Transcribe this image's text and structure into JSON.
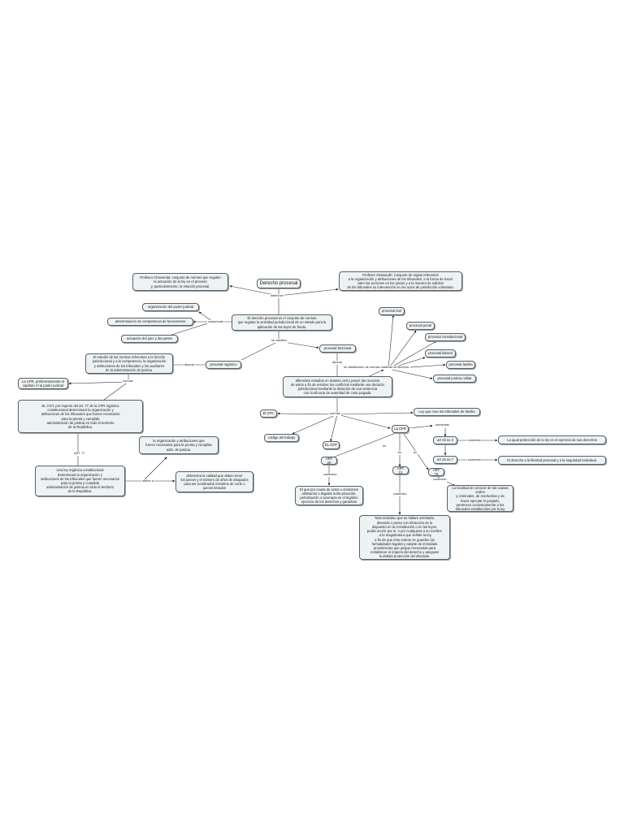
{
  "diagram": {
    "type": "concept-map",
    "title": "Derecho procesal",
    "nodes": {
      "root": "Derecho procesal",
      "chiovenda": "Profesor Chiovenda: conjunto de normas que regulan\nla actuación de la ley en el proceso\ny, particularmente, la relación procesal.",
      "alessandri": "Profesor Alessandri: Conjunto de reglas referentes\na la organización y atribuciones de los tribunales, a la forma de hacer\nvaler las acciones en los juicios y a la manera de solicitar\nde los tribunales su intervención en los actos de jurisdicción voluntaria.",
      "definition": "El derecho procesal es el conjunto de normas\nque regulan la actividad jurisdiccional de un estado para la\naplicación de las leyes de fondo.",
      "org_poder": "organización del poder judicial",
      "det_competencia": "determinación de competencia de funcionarios",
      "actuacion_juez": "actuación del juez y las partes",
      "organico": "El estudio de las normas referentes a la función\njurisdiccional y a la competencia, la organización\ny atribuciones de los tribunales y los auxiliares\nde la administración de justicia.",
      "proc_organico": "procesal orgánico",
      "cpr_cap6": "La CPR, preferentemente el\ncapítulo VI al poder judicial",
      "cot": "EL COT, por imperio del art. 77 de la CPR orgánica\nconstitucional determinará la organización y\natribuciones de los tribunales que fueren necesarios\npara la pronta y cumplida\nadministración de justicia en todo el territorio\nde la República.",
      "ley_organica": "Una ley orgánica constitucional\ndeterminará la organización y\natribuciones de los tribunales que fueren necesarios\npara la pronta y cumplida\nadministración de justicia en todo el territorio\nde la República.",
      "org_atrib": "la organización y atribuciones que\nfueren necesarios para la pronta y cumplida\nadm. de justicia.",
      "calidad_jueces": "determina la calidad que deben tener\nlos jueces y el número de años de abogados\npara ser nombrados ministros de corte o\njueces letrados",
      "proc_funcional": "procesal funcional",
      "funcional_desc": "diferentes estudios en materia civil y penal, las recursos\nde estos a fin de resolver los conflictos mediante una decisión\njurisdiccional mediante la dictación de una sentencia\ncon la eficacia de autoridad de cosa juzgada.",
      "proc_civil": "procesal civil",
      "proc_penal": "procesal penal",
      "proc_constitucional": "procesal constitucional",
      "proc_laboral": "procesal laboral",
      "proc_familia": "procesal familia",
      "proc_militar": "procesal justicia militar",
      "el_cpc": "El CPC",
      "ley_familia": "Ley que crea los tribunales de familia",
      "codigo_trabajo": "código del trabajo",
      "el_cpp": "EL CPP",
      "la_cpr": "La CPR",
      "art19_3": "art 19 no 3",
      "art19_7": "art 19 no 7",
      "igual_proteccion": "La igual protección de la ley en el ejercicio de sus derechos",
      "libertad_personal": "El derecho a la libertad personal y a la seguridad individual.",
      "art20": "ART 20",
      "art21": "ART 21",
      "art76": "ART 76",
      "art20_desc": "El que por causa de actos u omisiones\narbitrarios o ilegales sufra privación,\nperturbación o amenaza en el legítimo\nejercicio de los derechos y garantías",
      "art76_desc": "La facultad de conocer de las causas civiles\ny criminales, de resolverlas y de\nhacer ejecutar lo juzgado,\npertenece exclusivamente a los\ntribunales establecidos por la ley",
      "art21_desc": "Todo individuo que se hallare arrestado,\ndetenido o preso con infracción de lo\ndispuesto en la Constitución o en las leyes,\npodrá ocurrir por sí, o por cualquiera a su nombre\n, a la magistratura que señale la ley,\na fin de que ésta ordene se guarden las\nformalidades legales y adopte de inmediato\nprovidencias que juzgue necesarias para\nrestablecer el imperio del derecho y asegurar\nla debida protección del afectado."
    },
    "edge_labels": {
      "definicion": "definición",
      "comprende": "comprende",
      "se_clasifica": "se clasifica",
      "aborda": "aborda",
      "aborda2": "aborda",
      "normas": "normas",
      "normas2": "normas",
      "art77": "ART. 77",
      "refiere_a": "refiere a",
      "clasificacion": "se clasificacion de normas materias se derecho.",
      "aumentas": "aumentas",
      "contenido1": "contenido",
      "contenido2": "contenido",
      "contenido3": "contenido",
      "contenido4": "contenido",
      "contenido5": "contenido",
      "en1": "en",
      "en2": "en",
      "en3": "en"
    }
  }
}
